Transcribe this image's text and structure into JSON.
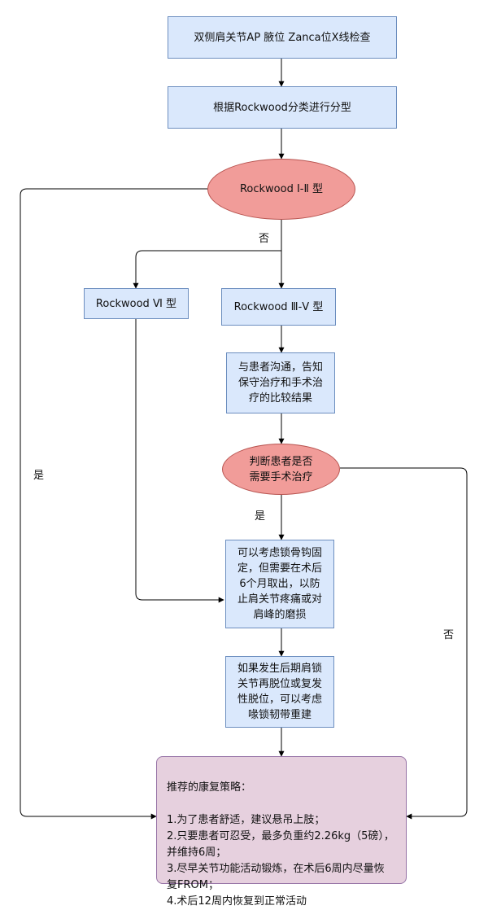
{
  "nodes": {
    "xray": "双侧肩关节AP 腋位 Zanca位X线检查",
    "classify": "根据Rockwood分类进行分型",
    "type12": "Rockwood Ⅰ-Ⅱ 型",
    "type6": "Rockwood Ⅵ 型",
    "type35": "Rockwood Ⅲ-Ⅴ 型",
    "communicate": "与患者沟通，告知\n保守治疗和手术治\n疗的比较结果",
    "decision": "判断患者是否\n需要手术治疗",
    "hook_plate": "可以考虑锁骨钩固\n定，但需要在术后\n6个月取出，以防\n止肩关节疼痛或对\n肩峰的磨损",
    "ligament": "如果发生后期肩锁\n关节再脱位或复发\n性脱位，可以考虑\n喙锁韧带重建",
    "rehab": "推荐的康复策略：\n\n1.为了患者舒适，建议悬吊上肢；\n2.只要患者可忍受，最多负重约2.26kg（5磅），\n并维持6周；\n3.尽早关节功能活动锻炼，在术后6周内尽量恢\n复FROM；\n4.术后12周内恢复到正常活动"
  },
  "edge_labels": {
    "no_top": "否",
    "yes_left": "是",
    "yes_mid": "是",
    "no_right": "否"
  },
  "colors": {
    "rect_fill": "#dae8fc",
    "rect_border": "#6c8ebf",
    "ellipse_fill": "#f19c99",
    "ellipse_border": "#b85450",
    "rehab_fill": "#e6d0de",
    "rehab_border": "#9673a6",
    "edge": "#000000"
  }
}
